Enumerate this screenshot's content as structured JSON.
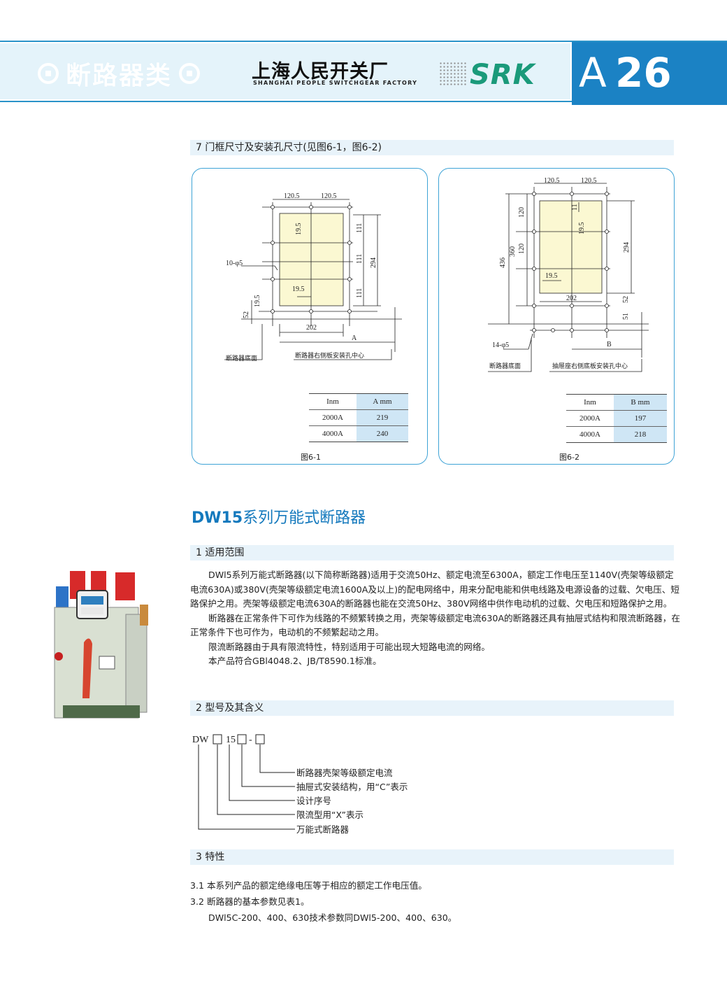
{
  "header": {
    "category": "断路器类",
    "factory_cn": "上海人民开关厂",
    "factory_en": "SHANGHAI PEOPLE SWITCHGEAR FACTORY",
    "logo": "SRK",
    "page_letter": "A",
    "page_number": "26",
    "colors": {
      "accent": "#1b82c4",
      "band": "#e4f3fa",
      "logo": "#1a9a7a"
    }
  },
  "section7": {
    "heading": "7 门框尺寸及安装孔尺寸(见图6-1，图6-2)"
  },
  "fig1": {
    "caption": "图6-1",
    "dims": {
      "top_left": "120.5",
      "top_right": "120.5",
      "left_19_5": "19.5",
      "right_111_a": "111",
      "right_111_b": "111",
      "right_111_c": "111",
      "right_294": "294",
      "holes": "10-φ5",
      "mid_19_5": "19.5",
      "left_19_5_b": "19.5",
      "left_52": "52",
      "bottom_202": "202",
      "a_label": "A"
    },
    "labels": {
      "base": "断路器底面",
      "side": "断路器右侧板安装孔中心"
    },
    "table": {
      "headers": [
        "Inm",
        "A  mm"
      ],
      "rows": [
        [
          "2000A",
          "219"
        ],
        [
          "4000A",
          "240"
        ]
      ]
    }
  },
  "fig2": {
    "caption": "图6-2",
    "dims": {
      "top_left": "120.5",
      "top_right": "120.5",
      "left_120_a": "120",
      "left_120_b": "120",
      "left_360": "360",
      "left_436": "436",
      "right_11": "11",
      "mid_19_5": "19.5",
      "right_294": "294",
      "low_19_5": "19.5",
      "bottom_202": "202",
      "right_52": "52",
      "right_51": "51",
      "holes": "14-φ5",
      "b_label": "B"
    },
    "labels": {
      "base": "断路器底面",
      "side": "抽屉座右侧底板安装孔中心"
    },
    "table": {
      "headers": [
        "Inm",
        "B  mm"
      ],
      "rows": [
        [
          "2000A",
          "197"
        ],
        [
          "4000A",
          "218"
        ]
      ]
    }
  },
  "title": {
    "model": "DW15",
    "rest": "系列万能式断路器"
  },
  "section1": {
    "heading": "1 适用范围",
    "p1": "DWl5系列万能式断路器(以下简称断路器)适用于交流50Hz、额定电流至6300A，额定工作电压至1140V(壳架等级额定电流630A)或380V(壳架等级额定电流1600A及以上)的配电网络中，用来分配电能和供电线路及电源设备的过载、欠电压、短路保护之用。壳架等级额定电流630A的断路器也能在交流50Hz、380V网络中供作电动机的过载、欠电压和短路保护之用。",
    "p2": "断路器在正常条件下可作为线路的不频繁转换之用，壳架等级额定电流630A的断路器还具有抽屉式结构和限流断路器，在正常条件下也可作为，电动机的不频繁起动之用。",
    "p3": "限流断路器由于具有限流特性，特别适用于可能出现大短路电流的网络。",
    "p4": "本产品符合GBl4048.2、JB/T8590.1标准。"
  },
  "section2": {
    "heading": "2 型号及其含义",
    "code": {
      "p1": "DW",
      "p2": "15",
      "p3": "-"
    },
    "meanings": [
      "断路器壳架等级额定电流",
      "抽屉式安装结构，用“C”表示",
      "设计序号",
      "限流型用“X”表示",
      "万能式断路器"
    ]
  },
  "section3": {
    "heading": "3 特性",
    "l1": "3.1 本系列产品的额定绝缘电压等于相应的额定工作电压值。",
    "l2": "3.2 断路器的基本参数见表1。",
    "l3": "DWl5C-200、400、630技术参数同DWl5-200、400、630。"
  }
}
